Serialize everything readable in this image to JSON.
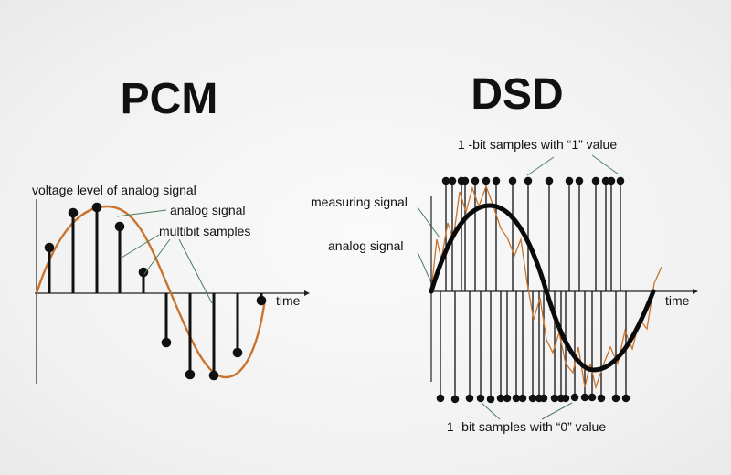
{
  "pcm": {
    "title": "PCM",
    "y_axis_label": "voltage level of analog signal",
    "analog_label": "analog signal",
    "samples_label": "multibit samples",
    "x_axis_label": "time"
  },
  "dsd": {
    "title": "DSD",
    "ones_label": "1 -bit samples with “1” value",
    "measuring_label": "measuring signal",
    "analog_label": "analog signal",
    "x_axis_label": "time",
    "zeros_label": "1 -bit samples with “0” value"
  },
  "colors": {
    "analog_curve_pcm": "#c8742e",
    "measuring_signal": "#c8742e",
    "leader_lines": "#4a7d5c",
    "stems": "#111111"
  }
}
